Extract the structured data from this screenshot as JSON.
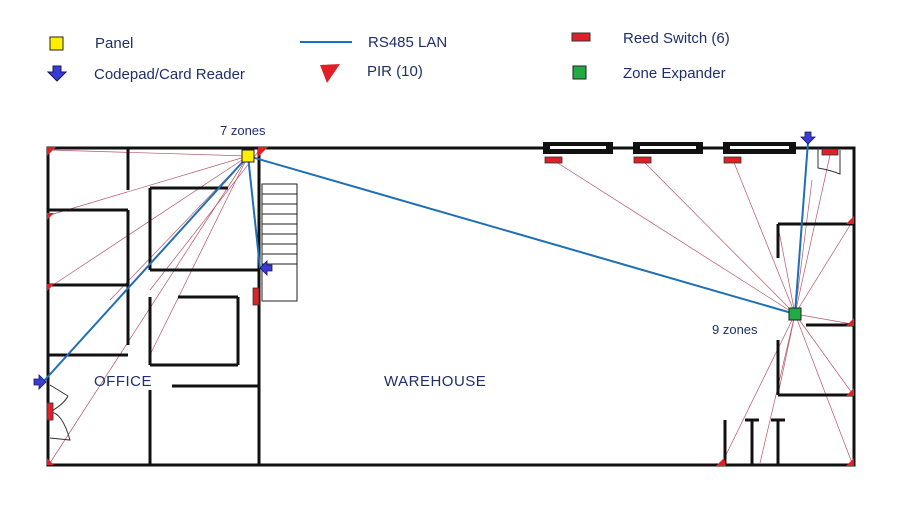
{
  "colors": {
    "panel": "#ffee00",
    "expander": "#22aa44",
    "lan": "#1f6fb4",
    "reed": "#e02028",
    "pir": "#e02028",
    "codepad": "#3a3ad6",
    "wall": "#111111",
    "coverage": "#b5566a",
    "text": "#1f2f6b"
  },
  "legend": {
    "panel": "Panel",
    "codepad": "Codepad/Card Reader",
    "lan": "RS485 LAN",
    "pir": "PIR (10)",
    "reed": "Reed Switch (6)",
    "expander": "Zone Expander"
  },
  "labels": {
    "panel_zones": "7 zones",
    "expander_zones": "9 zones",
    "office": "OFFICE",
    "warehouse": "WAREHOUSE"
  }
}
